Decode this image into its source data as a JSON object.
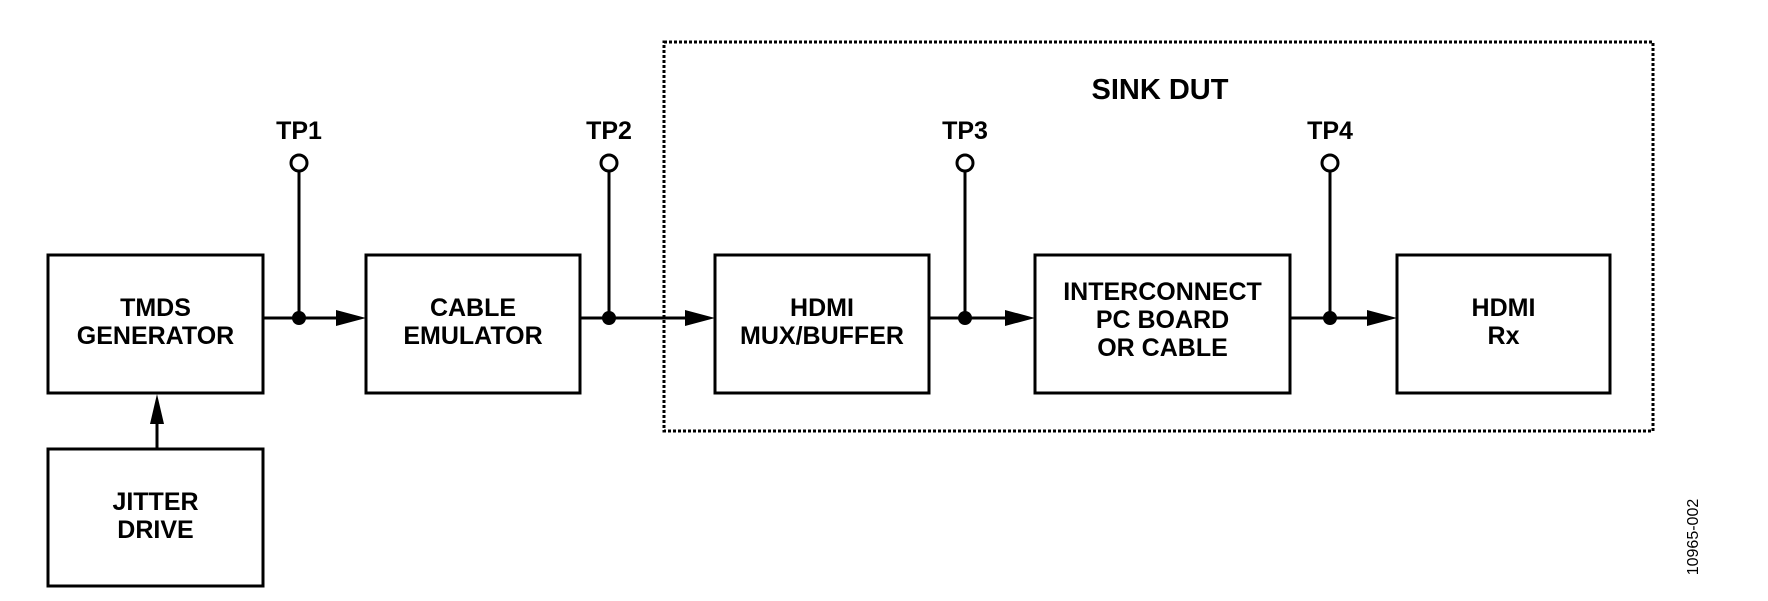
{
  "diagram": {
    "group": {
      "label": "SINK DUT"
    },
    "blocks": [
      {
        "id": "tmds",
        "lines": [
          "TMDS",
          "GENERATOR"
        ]
      },
      {
        "id": "jitter",
        "lines": [
          "JITTER",
          "DRIVE"
        ]
      },
      {
        "id": "cable",
        "lines": [
          "CABLE",
          "EMULATOR"
        ]
      },
      {
        "id": "mux",
        "lines": [
          "HDMI",
          "MUX/BUFFER"
        ]
      },
      {
        "id": "interconnect",
        "lines": [
          "INTERCONNECT",
          "PC BOARD",
          "OR CABLE"
        ]
      },
      {
        "id": "rx",
        "lines": [
          "HDMI",
          "Rx"
        ]
      }
    ],
    "test_points": [
      {
        "label": "TP1",
        "between": [
          "tmds",
          "cable"
        ]
      },
      {
        "label": "TP2",
        "between": [
          "cable",
          "mux"
        ]
      },
      {
        "label": "TP3",
        "between": [
          "mux",
          "interconnect"
        ]
      },
      {
        "label": "TP4",
        "between": [
          "interconnect",
          "rx"
        ]
      }
    ],
    "connections": [
      {
        "from": "jitter",
        "to": "tmds"
      },
      {
        "from": "tmds",
        "to": "cable"
      },
      {
        "from": "cable",
        "to": "mux"
      },
      {
        "from": "mux",
        "to": "interconnect"
      },
      {
        "from": "interconnect",
        "to": "rx"
      }
    ],
    "figure_id": "10965-002"
  }
}
